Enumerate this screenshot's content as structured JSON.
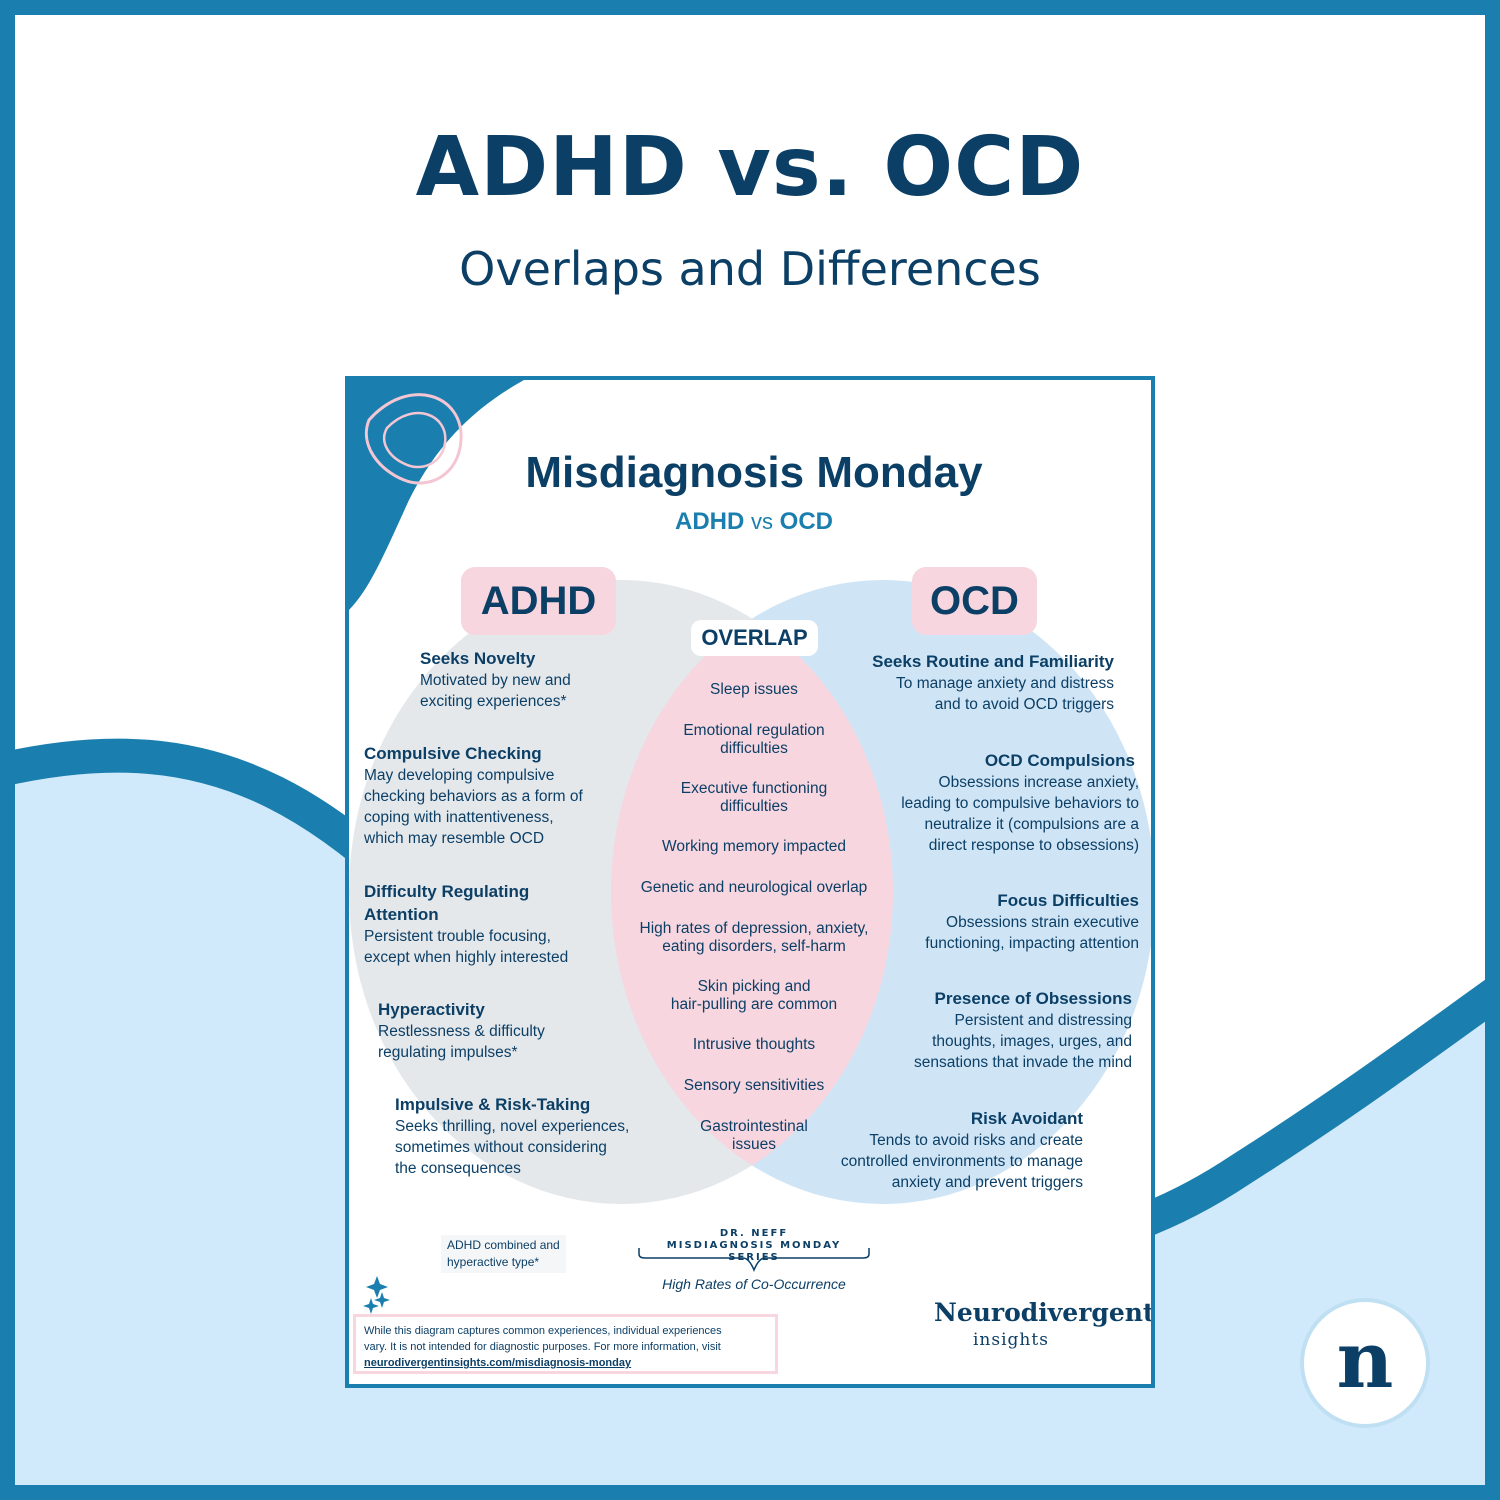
{
  "header": {
    "title": "ADHD vs. OCD",
    "subtitle": "Overlaps and Differences"
  },
  "colors": {
    "frame_blue": "#1a7fae",
    "light_blue": "#d1eafb",
    "navy": "#0c3f66",
    "pink": "#f7d6df",
    "adhd_gray": "#e5e8eb",
    "ocd_blue": "#cfe5f6"
  },
  "card": {
    "title": "Misdiagnosis Monday",
    "subtitle_left": "ADHD",
    "subtitle_vs": "vs",
    "subtitle_right": "OCD",
    "adhd_label": "ADHD",
    "ocd_label": "OCD",
    "overlap_label": "OVERLAP",
    "adhd_items": [
      {
        "title": "Seeks Novelty",
        "lines": [
          "Motivated by new and",
          "exciting experiences*"
        ]
      },
      {
        "title": "Compulsive Checking",
        "lines": [
          "May developing compulsive",
          "checking behaviors as a form of",
          "coping with inattentiveness,",
          "which may resemble OCD"
        ]
      },
      {
        "title_lines": [
          "Difficulty Regulating",
          "Attention"
        ],
        "lines": [
          "Persistent trouble focusing,",
          "except when highly interested"
        ]
      },
      {
        "title": "Hyperactivity",
        "lines": [
          "Restlessness & difficulty",
          "regulating impulses*"
        ]
      },
      {
        "title": "Impulsive & Risk-Taking",
        "lines": [
          "Seeks thrilling, novel experiences,",
          "sometimes without considering",
          "the consequences"
        ]
      }
    ],
    "overlap_items": [
      [
        "Sleep issues"
      ],
      [
        "Emotional regulation",
        "difficulties"
      ],
      [
        "Executive functioning",
        "difficulties"
      ],
      [
        "Working memory impacted"
      ],
      [
        "Genetic and neurological overlap"
      ],
      [
        "High rates of depression, anxiety,",
        "eating disorders, self-harm"
      ],
      [
        "Skin picking and",
        "hair-pulling are common"
      ],
      [
        "Intrusive thoughts"
      ],
      [
        "Sensory sensitivities"
      ],
      [
        "Gastrointestinal",
        "issues"
      ]
    ],
    "ocd_items": [
      {
        "title": "Seeks Routine and Familiarity",
        "lines": [
          "To manage anxiety and distress",
          "and to avoid OCD triggers"
        ]
      },
      {
        "title": "OCD Compulsions",
        "lines": [
          "Obsessions increase anxiety,",
          "leading to compulsive behaviors to",
          "neutralize it (compulsions are a",
          "direct response to obsessions)"
        ]
      },
      {
        "title": "Focus Difficulties",
        "lines": [
          "Obsessions strain executive",
          "functioning, impacting attention"
        ]
      },
      {
        "title": "Presence of Obsessions",
        "lines": [
          "Persistent and distressing",
          "thoughts, images, urges, and",
          "sensations that invade the mind"
        ]
      },
      {
        "title": "Risk Avoidant",
        "lines": [
          "Tends to avoid risks and create",
          "controlled environments to manage",
          "anxiety and prevent triggers"
        ]
      }
    ],
    "footnote": [
      "ADHD combined and",
      "hyperactive type*"
    ],
    "series_line1": "DR. NEFF",
    "series_line2": "MISDIAGNOSIS MONDAY SERIES",
    "series_sub": "High Rates of Co-Occurrence",
    "disclaimer_lines": [
      "While this diagram captures common experiences, individual experiences",
      "vary. It is not intended for diagnostic purposes. For more information, visit"
    ],
    "disclaimer_link": "neurodivergentinsights.com/misdiagnosis-monday",
    "brand_line1": "Neurodivergent",
    "brand_line2": "insights"
  },
  "logo_letter": "n"
}
